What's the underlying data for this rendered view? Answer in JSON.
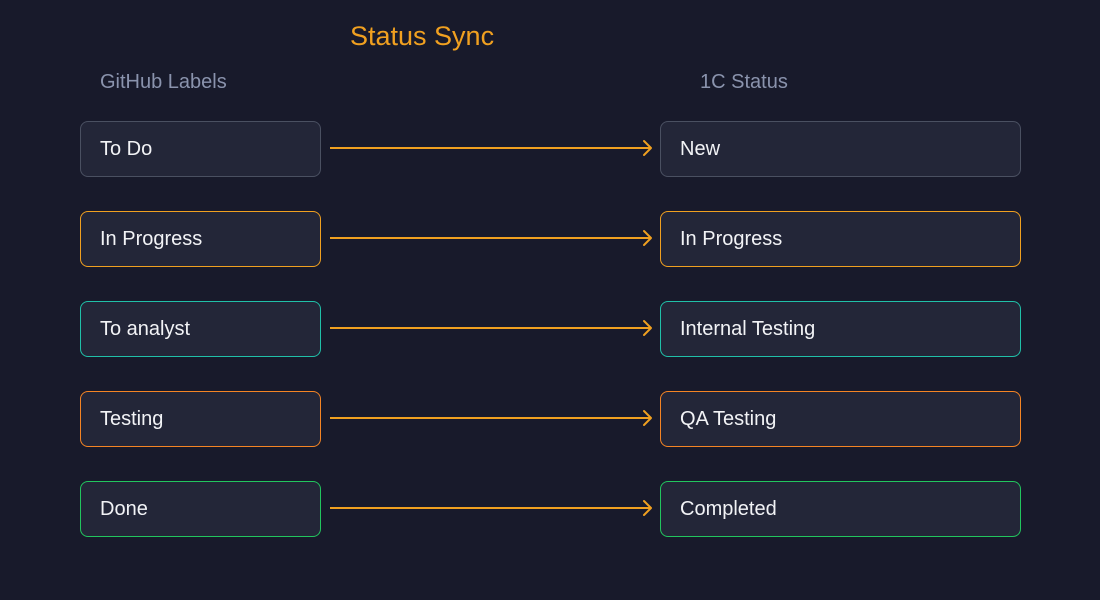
{
  "title": "Status Sync",
  "columns": {
    "left_header": "GitHub Labels",
    "right_header": "1C Status"
  },
  "colors": {
    "background": "#181a2b",
    "node_fill": "#232638",
    "title": "#f0a020",
    "arrow": "#f0a020",
    "header": "#8a93ad"
  },
  "mappings": [
    {
      "from": "To Do",
      "to": "New",
      "color": "#4a5061"
    },
    {
      "from": "In Progress",
      "to": "In Progress",
      "color": "#f0a020"
    },
    {
      "from": "To analyst",
      "to": "Internal Testing",
      "color": "#20c0a8"
    },
    {
      "from": "Testing",
      "to": "QA Testing",
      "color": "#f48424"
    },
    {
      "from": "Done",
      "to": "Completed",
      "color": "#22c55e"
    }
  ]
}
